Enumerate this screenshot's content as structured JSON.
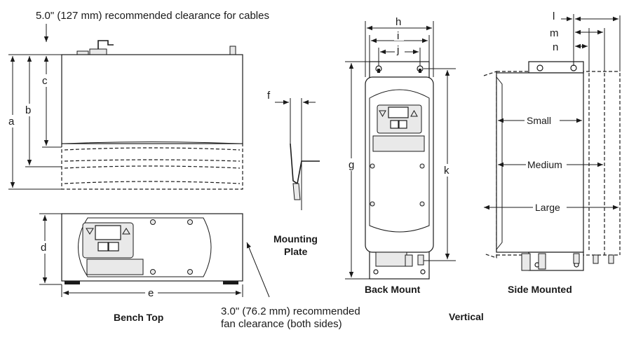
{
  "notes": {
    "cable_clearance": "5.0\" (127 mm) recommended clearance for cables",
    "fan_clearance_line1": "3.0\" (76.2 mm) recommended",
    "fan_clearance_line2": "fan clearance (both sides)"
  },
  "captions": {
    "bench_top": "Bench Top",
    "mounting_plate_line1": "Mounting",
    "mounting_plate_line2": "Plate",
    "back_mount": "Back Mount",
    "vertical": "Vertical",
    "side_mounted": "Side Mounted"
  },
  "dimension_labels": {
    "a": "a",
    "b": "b",
    "c": "c",
    "d": "d",
    "e": "e",
    "f": "f",
    "g": "g",
    "h": "h",
    "i": "i",
    "j": "j",
    "k": "k",
    "l": "l",
    "m": "m",
    "n": "n"
  },
  "width_labels": {
    "small": "Small",
    "medium": "Medium",
    "large": "Large"
  }
}
